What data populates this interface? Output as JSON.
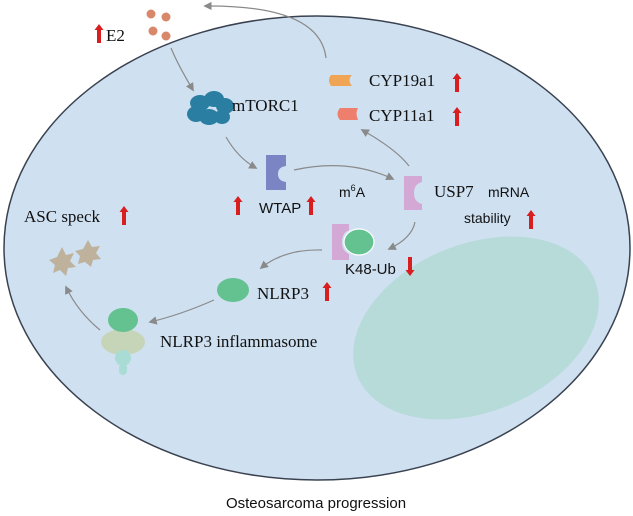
{
  "labels": {
    "e2": "E2",
    "mtorc1": "mTORC1",
    "cyp19a1": "CYP19a1",
    "cyp11a1": "CYP11a1",
    "wtap": "WTAP",
    "m6a_m": "m",
    "m6a_sup": "6",
    "m6a_a": "A",
    "usp7": "USP7",
    "mrna": "mRNA",
    "stability": "stability",
    "asc_speck": "ASC speck",
    "k48ub": "K48-Ub",
    "nlrp3": "NLRP3",
    "inflammasome": "NLRP3 inflammasome",
    "caption": "Osteosarcoma progression"
  },
  "colors": {
    "cell": "#cfe0f1",
    "cell_border": "#3a4250",
    "nucleus": "#b6dbd9",
    "e2_dots": "#d9876b",
    "mtorc1": "#2a7ea2",
    "cyp19a1": "#f0a555",
    "cyp11a1": "#ee7f6c",
    "wtap": "#7c85c4",
    "usp7": "#d3a8d4",
    "nlrp3": "#63c28f",
    "asc": "#bfb29d",
    "arrow": "#8a8a8a",
    "up_down": "#d81e1e"
  }
}
